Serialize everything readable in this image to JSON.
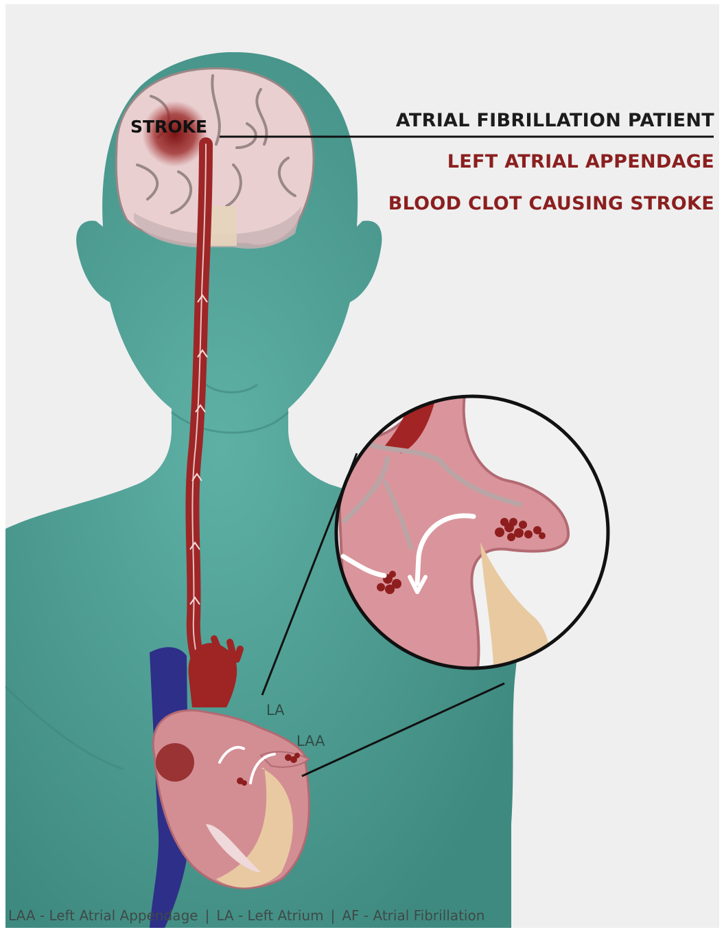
{
  "labels": {
    "title": "ATRIAL FIBRILLATION PATIENT",
    "left_atrial_appendage": "LEFT ATRIAL APPENDAGE",
    "blood_clot": "BLOOD CLOT CAUSING STROKE",
    "stroke": "STROKE",
    "la": "LA",
    "laa": "LAA"
  },
  "footer": {
    "items": [
      "LAA - Left Atrial Appendage",
      "LA - Left Atrium",
      "AF - Atrial Fibrillation"
    ],
    "separator": "|"
  },
  "colors": {
    "background": "#efefef",
    "body": "#4fa095",
    "artery": "#a32a2a",
    "vein": "#2d2e86",
    "heart": "#d7949a",
    "label_red": "#8b1f1f",
    "label_dark": "#1c1c1c"
  }
}
